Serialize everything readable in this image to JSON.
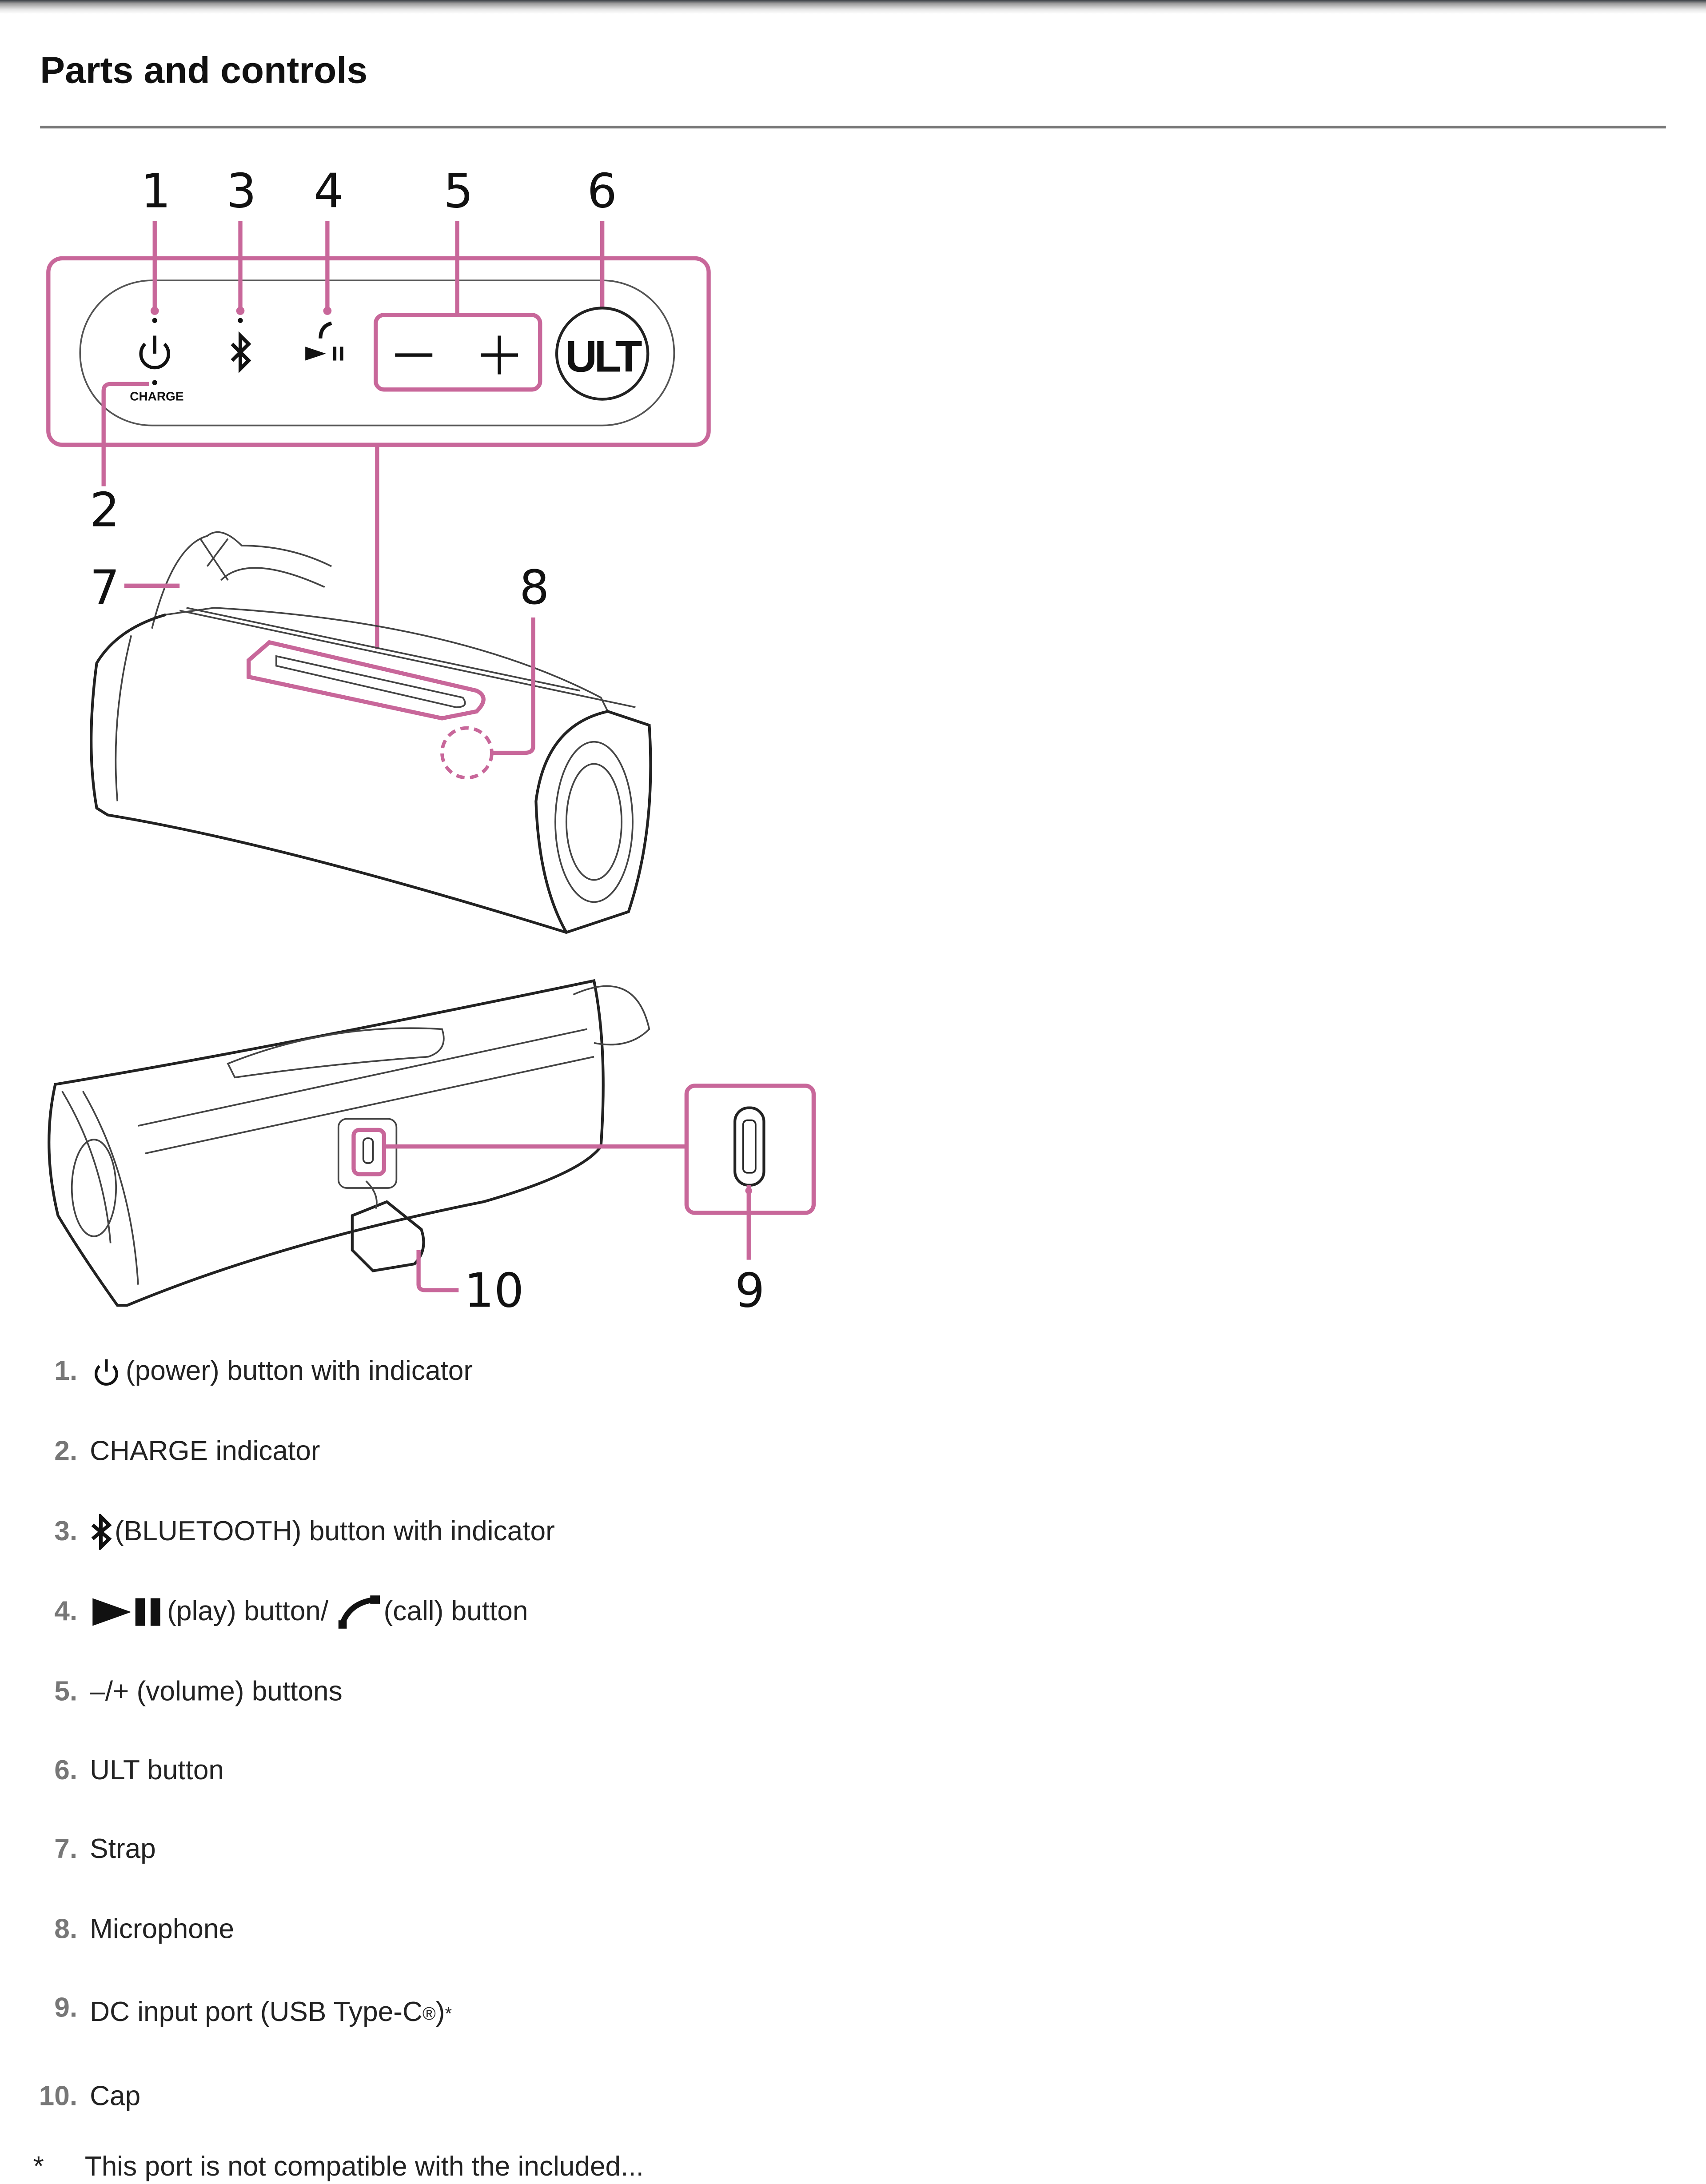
{
  "page": {
    "title": "Parts and controls"
  },
  "diagram": {
    "callouts": [
      "1",
      "2",
      "3",
      "4",
      "5",
      "6",
      "7",
      "8",
      "9",
      "10"
    ],
    "panel_charge_label": "CHARGE",
    "panel_ult_label": "ULT",
    "accent_color": "#c8679a"
  },
  "parts": [
    {
      "num": "1.",
      "icon": "power-icon",
      "text": "(power) button with indicator"
    },
    {
      "num": "2.",
      "text": "CHARGE indicator"
    },
    {
      "num": "3.",
      "icon": "bluetooth-icon",
      "text": "(BLUETOOTH) button with indicator"
    },
    {
      "num": "4.",
      "icon": "play-pause-icon",
      "text": "(play) button/",
      "icon2": "call-icon",
      "text2": "(call) button"
    },
    {
      "num": "5.",
      "text": "–/+ (volume) buttons"
    },
    {
      "num": "6.",
      "text": "ULT button"
    },
    {
      "num": "7.",
      "text": "Strap"
    },
    {
      "num": "8.",
      "text": "Microphone"
    },
    {
      "num": "9.",
      "text": "DC input port (USB Type-C",
      "sup": "®",
      "text_after": ")",
      "footnote_mark": "*"
    },
    {
      "num": "10.",
      "text": "Cap"
    }
  ],
  "footnote": {
    "mark": "*",
    "text": "This port is not compatible with the included..."
  }
}
